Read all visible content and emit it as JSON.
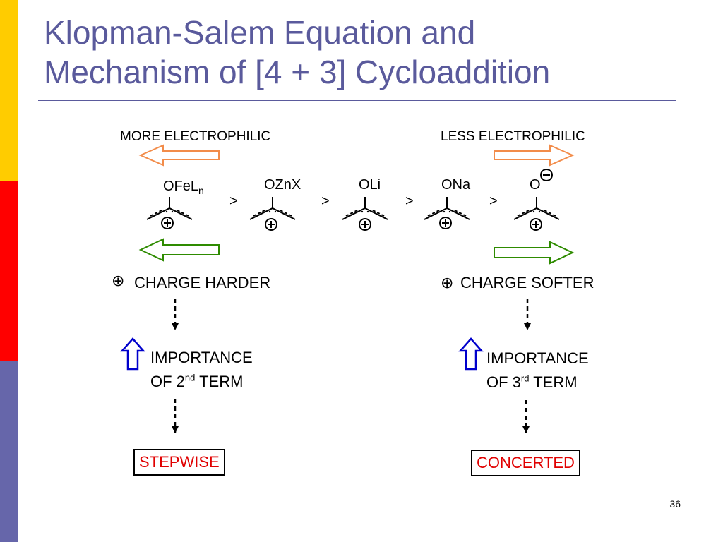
{
  "title": {
    "line1": "Klopman-Salem Equation and",
    "line2": "Mechanism of [4 + 3] Cycloaddition"
  },
  "labels": {
    "more_electrophilic": "MORE ELECTROPHILIC",
    "less_electrophilic": "LESS ELECTROPHILIC",
    "charge_harder": "CHARGE HARDER",
    "charge_softer": "CHARGE SOFTER",
    "importance": "IMPORTANCE",
    "of_prefix": "OF ",
    "term": "TERM",
    "left_num": "2",
    "left_sup": "nd",
    "right_num": "3",
    "right_sup": "rd",
    "stepwise": "STEPWISE",
    "concerted": "CONCERTED",
    "greater_than": ">",
    "plus_symbol": "⊕",
    "minus_symbol": "⊖"
  },
  "species": [
    {
      "main": "OFeL",
      "sub": "n"
    },
    {
      "main": "OZnX",
      "sub": ""
    },
    {
      "main": "OLi",
      "sub": ""
    },
    {
      "main": "ONa",
      "sub": ""
    },
    {
      "main": "O",
      "sub": ""
    }
  ],
  "page_number": "36",
  "colors": {
    "title": "#5a5a9c",
    "orange_arrow": "#f28c4a",
    "green_arrow": "#2e8b00",
    "blue_arrow": "#0000cc",
    "result_text": "#e00000",
    "bar_yellow": "#ffcc00",
    "bar_red": "#ff0000",
    "bar_blue": "#6666aa"
  }
}
